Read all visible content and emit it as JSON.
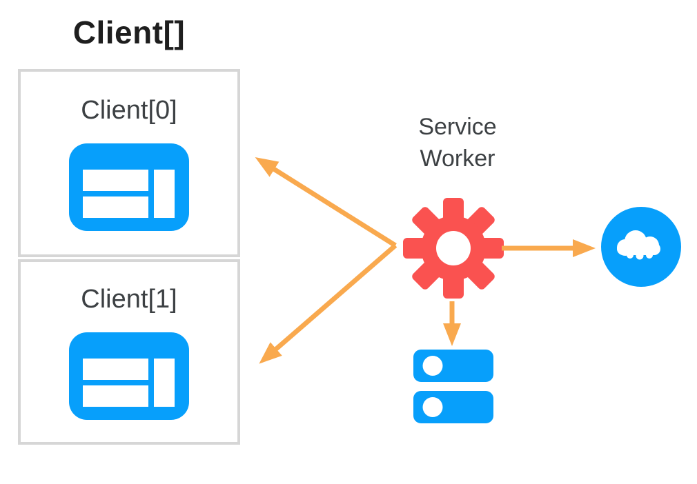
{
  "title": "Client[]",
  "clients": [
    {
      "label": "Client[0]",
      "icon": "browser-window-icon"
    },
    {
      "label": "Client[1]",
      "icon": "browser-window-icon"
    }
  ],
  "service_worker": {
    "label": "Service Worker",
    "label_lines": [
      "Service",
      "Worker"
    ],
    "icon": "gear-icon"
  },
  "network": {
    "icon": "cloud-icon"
  },
  "storage": {
    "icon": "storage-icon"
  },
  "arrows": [
    {
      "name": "service-worker-to-client-0"
    },
    {
      "name": "service-worker-to-client-1"
    },
    {
      "name": "service-worker-to-cloud"
    },
    {
      "name": "service-worker-to-storage"
    }
  ],
  "colors": {
    "blue": "#079FFB",
    "red": "#FA5250",
    "orange": "#F9A94E",
    "box_border": "#D6D6D6",
    "label_text": "#3C4043",
    "title_text": "#1E1E1E",
    "white": "#FFFFFF"
  }
}
